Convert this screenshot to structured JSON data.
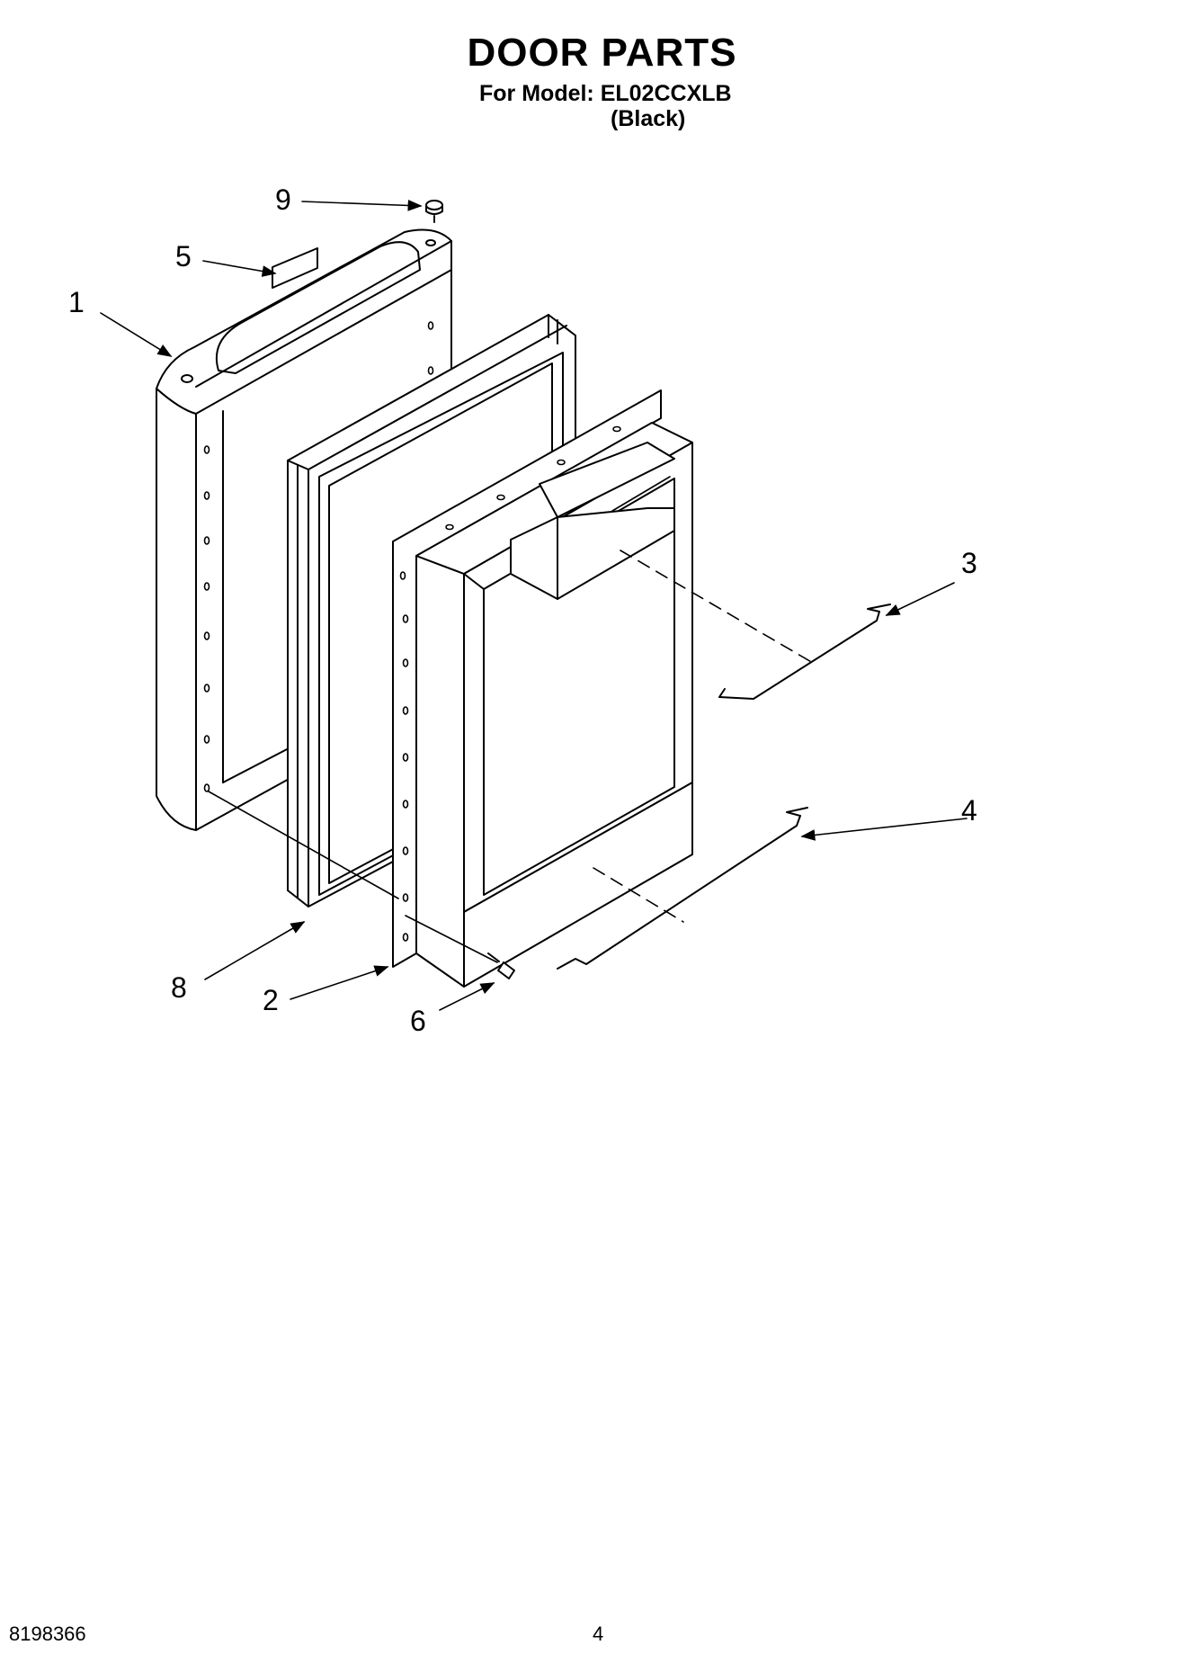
{
  "title": "DOOR PARTS",
  "model_line": "For Model: EL02CCXLB",
  "variant": "(Black)",
  "part_labels": [
    "1",
    "2",
    "3",
    "4",
    "5",
    "6",
    "8",
    "9"
  ],
  "footer": {
    "doc_number": "8198366",
    "page": "4"
  }
}
